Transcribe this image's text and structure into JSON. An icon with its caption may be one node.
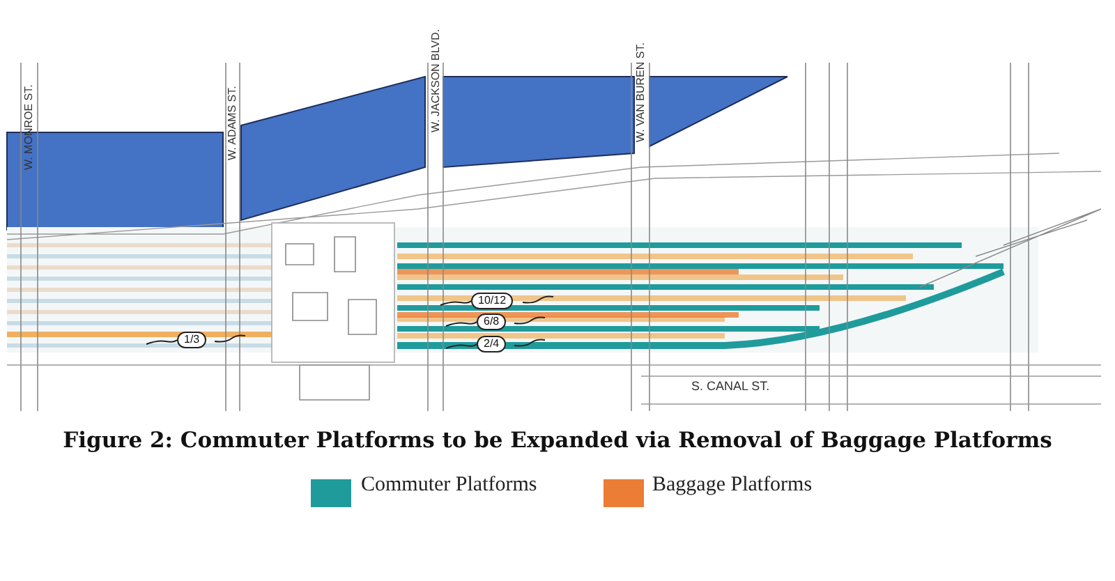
{
  "diagram": {
    "caption": "Figure 2: Commuter Platforms to be Expanded via Removal of Baggage Platforms",
    "labels": [
      "W. MONROE ST.",
      "W. ADAMS ST.",
      "W. JACKSON BLVD.",
      "W. VAN BUREN ST.",
      "10/12",
      "1/3",
      "6/8",
      "2/4",
      "S. CANAL ST."
    ],
    "legend": [
      {
        "text": "Commuter Platforms",
        "color": "#1f9b9c"
      },
      {
        "text": "Baggage Platforms",
        "color": "#ec7d34"
      }
    ]
  }
}
